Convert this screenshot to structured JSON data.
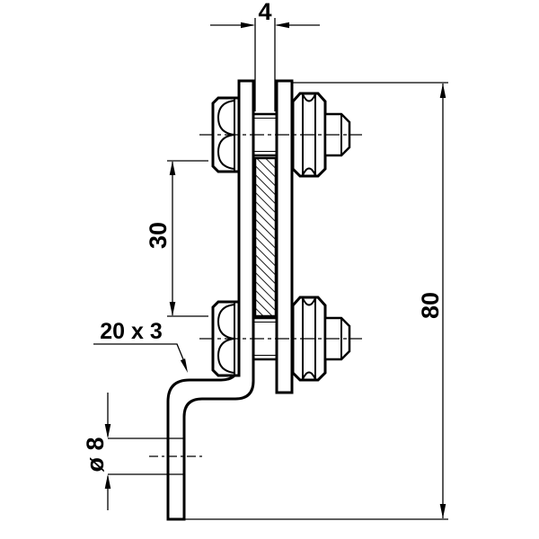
{
  "drawing": {
    "background": "#ffffff",
    "line_color": "#000000",
    "labels": {
      "clamp_gap_width": "4",
      "clamp_length": "30",
      "overall_height": "80",
      "bar_cross_section": "20 x 3",
      "hole_diameter": "ø 8"
    }
  }
}
